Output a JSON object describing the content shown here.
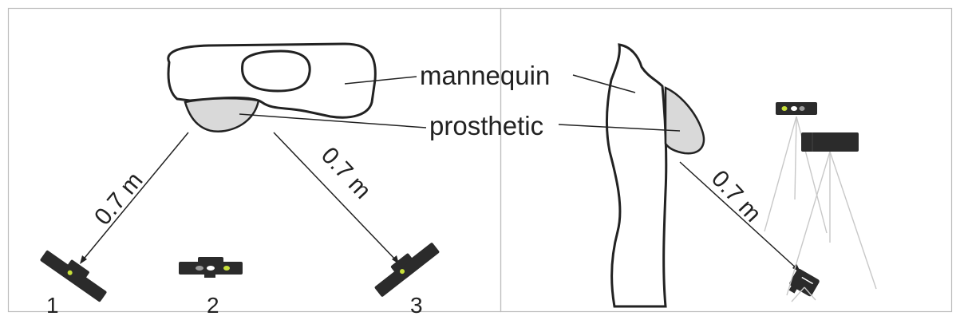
{
  "left_panel": {
    "labels": {
      "mannequin": "mannequin",
      "prosthetic": "prosthetic"
    },
    "distances": [
      "0.7 m",
      "0.7 m"
    ],
    "camera_numbers": [
      "1",
      "2",
      "3"
    ]
  },
  "right_panel": {
    "distance": "0.7 m"
  },
  "colors": {
    "outline": "#222222",
    "prosthetic_fill": "#d9d9d9",
    "panel_border": "#bdbdbd",
    "camera_body": "#2b2b2b",
    "camera_led": "#c8e03a",
    "tripod_line": "#c8c8c8"
  },
  "icons": [
    "mannequin-top-view",
    "mannequin-side-view",
    "depth-camera-icon",
    "tripod-icon"
  ]
}
